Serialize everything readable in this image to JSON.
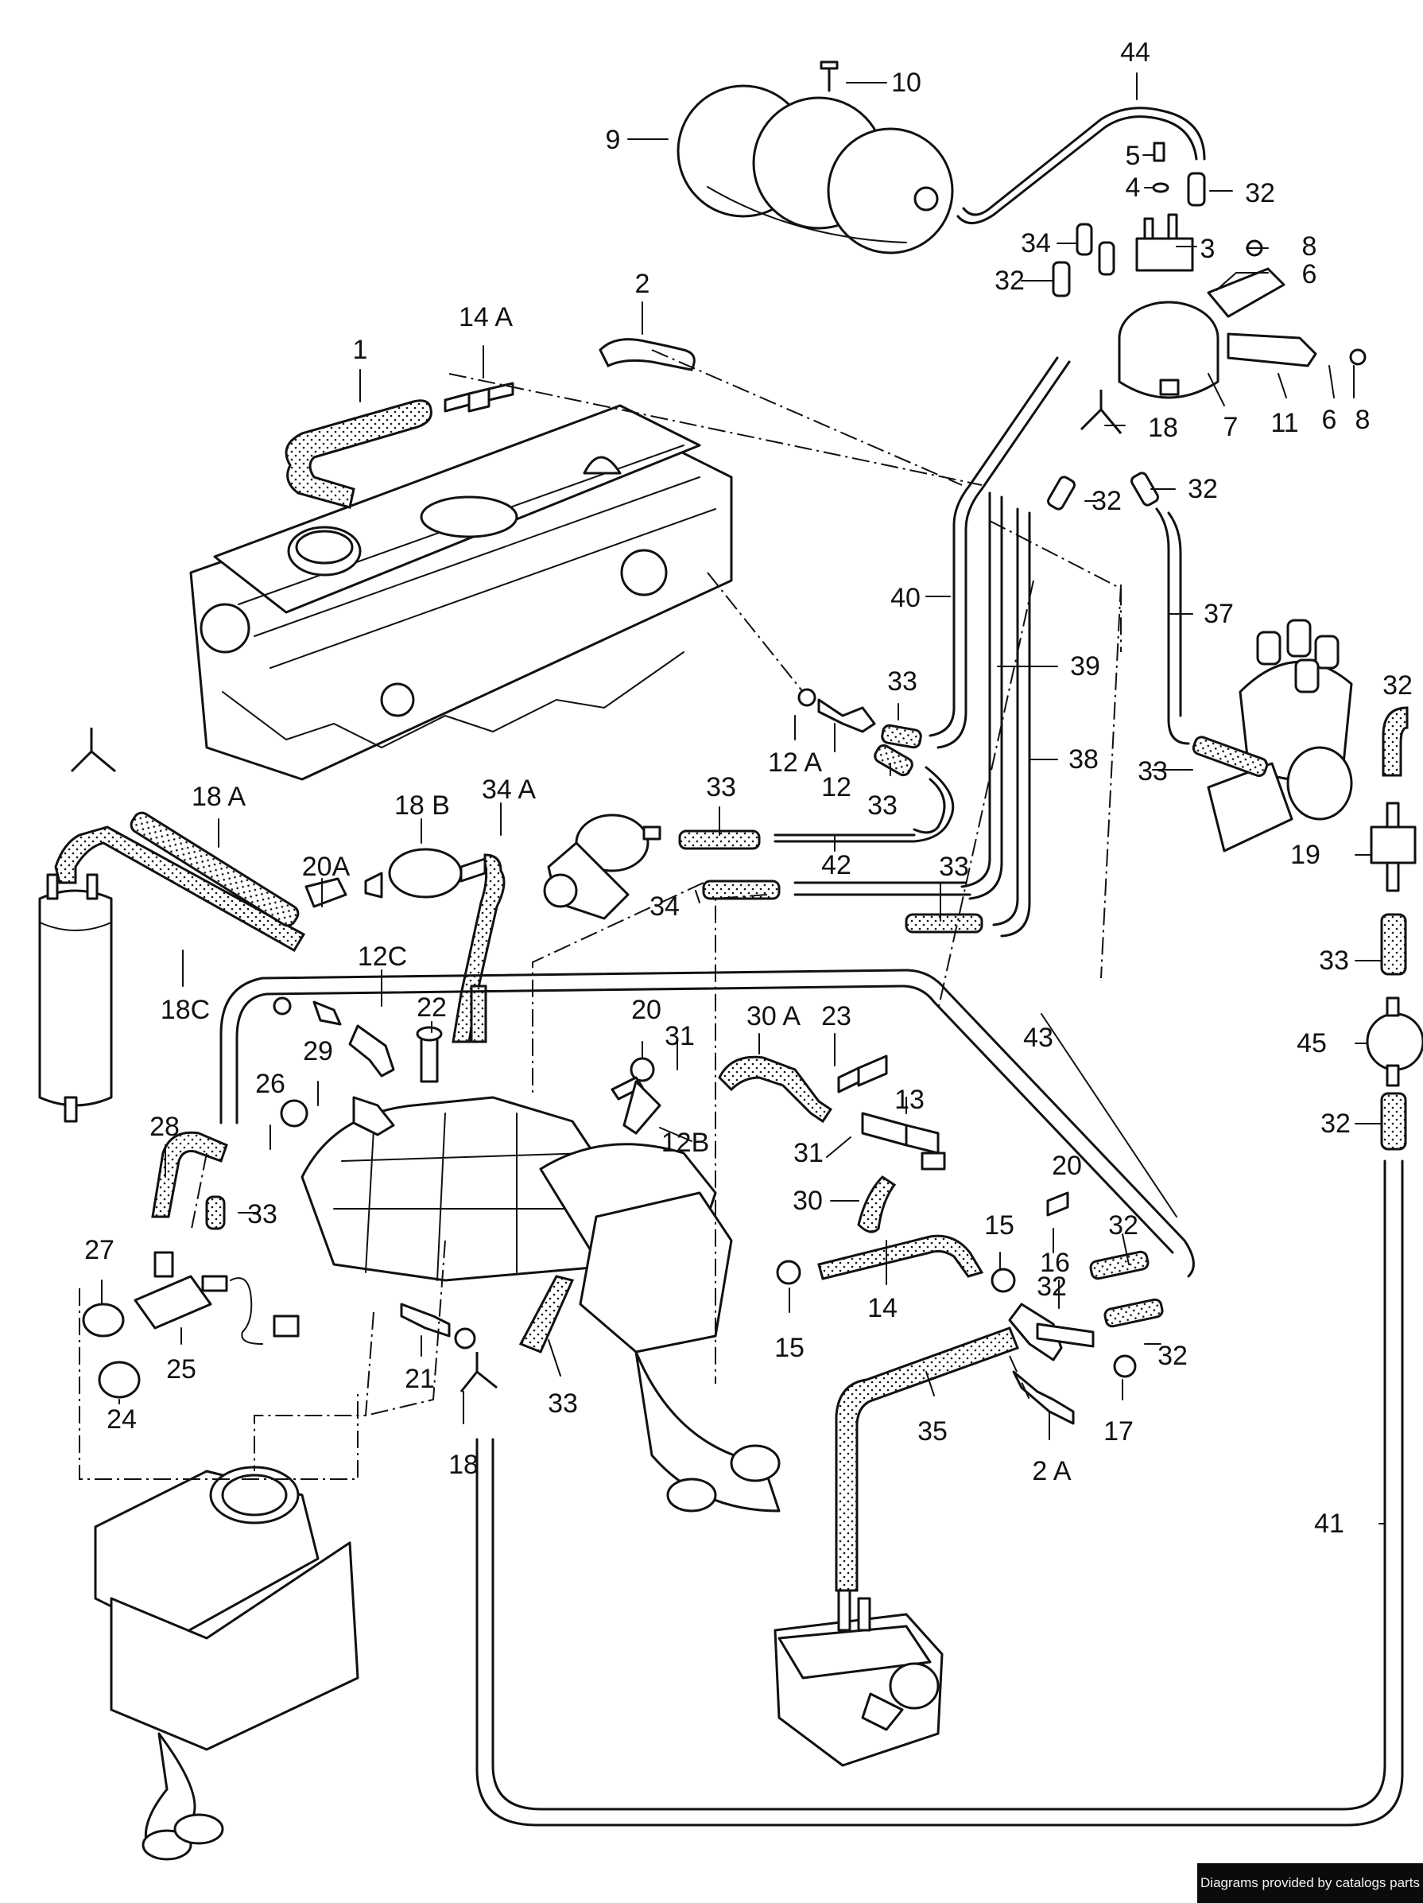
{
  "callouts": [
    {
      "id": "1",
      "label": "1"
    },
    {
      "id": "2",
      "label": "2"
    },
    {
      "id": "2A",
      "label": "2 A"
    },
    {
      "id": "3",
      "label": "3"
    },
    {
      "id": "4",
      "label": "4"
    },
    {
      "id": "5",
      "label": "5"
    },
    {
      "id": "6a",
      "label": "6"
    },
    {
      "id": "6b",
      "label": "6"
    },
    {
      "id": "7",
      "label": "7"
    },
    {
      "id": "8a",
      "label": "8"
    },
    {
      "id": "8b",
      "label": "8"
    },
    {
      "id": "9",
      "label": "9"
    },
    {
      "id": "10",
      "label": "10"
    },
    {
      "id": "11",
      "label": "11"
    },
    {
      "id": "12",
      "label": "12"
    },
    {
      "id": "12A",
      "label": "12 A"
    },
    {
      "id": "12B",
      "label": "12B"
    },
    {
      "id": "12C",
      "label": "12C"
    },
    {
      "id": "13",
      "label": "13"
    },
    {
      "id": "14",
      "label": "14"
    },
    {
      "id": "14A",
      "label": "14 A"
    },
    {
      "id": "15a",
      "label": "15"
    },
    {
      "id": "15b",
      "label": "15"
    },
    {
      "id": "16",
      "label": "16"
    },
    {
      "id": "17",
      "label": "17"
    },
    {
      "id": "18a",
      "label": "18"
    },
    {
      "id": "18b",
      "label": "18"
    },
    {
      "id": "18A",
      "label": "18 A"
    },
    {
      "id": "18B",
      "label": "18 B"
    },
    {
      "id": "18C",
      "label": "18C"
    },
    {
      "id": "19",
      "label": "19"
    },
    {
      "id": "20a",
      "label": "20"
    },
    {
      "id": "20b",
      "label": "20"
    },
    {
      "id": "20A",
      "label": "20A"
    },
    {
      "id": "21",
      "label": "21"
    },
    {
      "id": "22",
      "label": "22"
    },
    {
      "id": "23",
      "label": "23"
    },
    {
      "id": "24",
      "label": "24"
    },
    {
      "id": "25",
      "label": "25"
    },
    {
      "id": "26",
      "label": "26"
    },
    {
      "id": "27",
      "label": "27"
    },
    {
      "id": "28",
      "label": "28"
    },
    {
      "id": "29",
      "label": "29"
    },
    {
      "id": "30",
      "label": "30"
    },
    {
      "id": "30A",
      "label": "30 A"
    },
    {
      "id": "31a",
      "label": "31"
    },
    {
      "id": "31b",
      "label": "31"
    },
    {
      "id": "32a",
      "label": "32"
    },
    {
      "id": "32b",
      "label": "32"
    },
    {
      "id": "32c",
      "label": "32"
    },
    {
      "id": "32d",
      "label": "32"
    },
    {
      "id": "32e",
      "label": "32"
    },
    {
      "id": "32f",
      "label": "32"
    },
    {
      "id": "32g",
      "label": "32"
    },
    {
      "id": "32h",
      "label": "32"
    },
    {
      "id": "32i",
      "label": "32"
    },
    {
      "id": "33a",
      "label": "33"
    },
    {
      "id": "33b",
      "label": "33"
    },
    {
      "id": "33c",
      "label": "33"
    },
    {
      "id": "33d",
      "label": "33"
    },
    {
      "id": "33e",
      "label": "33"
    },
    {
      "id": "33f",
      "label": "33"
    },
    {
      "id": "33g",
      "label": "33"
    },
    {
      "id": "33h",
      "label": "33"
    },
    {
      "id": "34a",
      "label": "34"
    },
    {
      "id": "34b",
      "label": "34"
    },
    {
      "id": "34A",
      "label": "34 A"
    },
    {
      "id": "35",
      "label": "35"
    },
    {
      "id": "37",
      "label": "37"
    },
    {
      "id": "38",
      "label": "38"
    },
    {
      "id": "39",
      "label": "39"
    },
    {
      "id": "40",
      "label": "40"
    },
    {
      "id": "41",
      "label": "41"
    },
    {
      "id": "42",
      "label": "42"
    },
    {
      "id": "43",
      "label": "43"
    },
    {
      "id": "44",
      "label": "44"
    },
    {
      "id": "45",
      "label": "45"
    }
  ],
  "credit": "Diagrams provided by catalogs parts"
}
